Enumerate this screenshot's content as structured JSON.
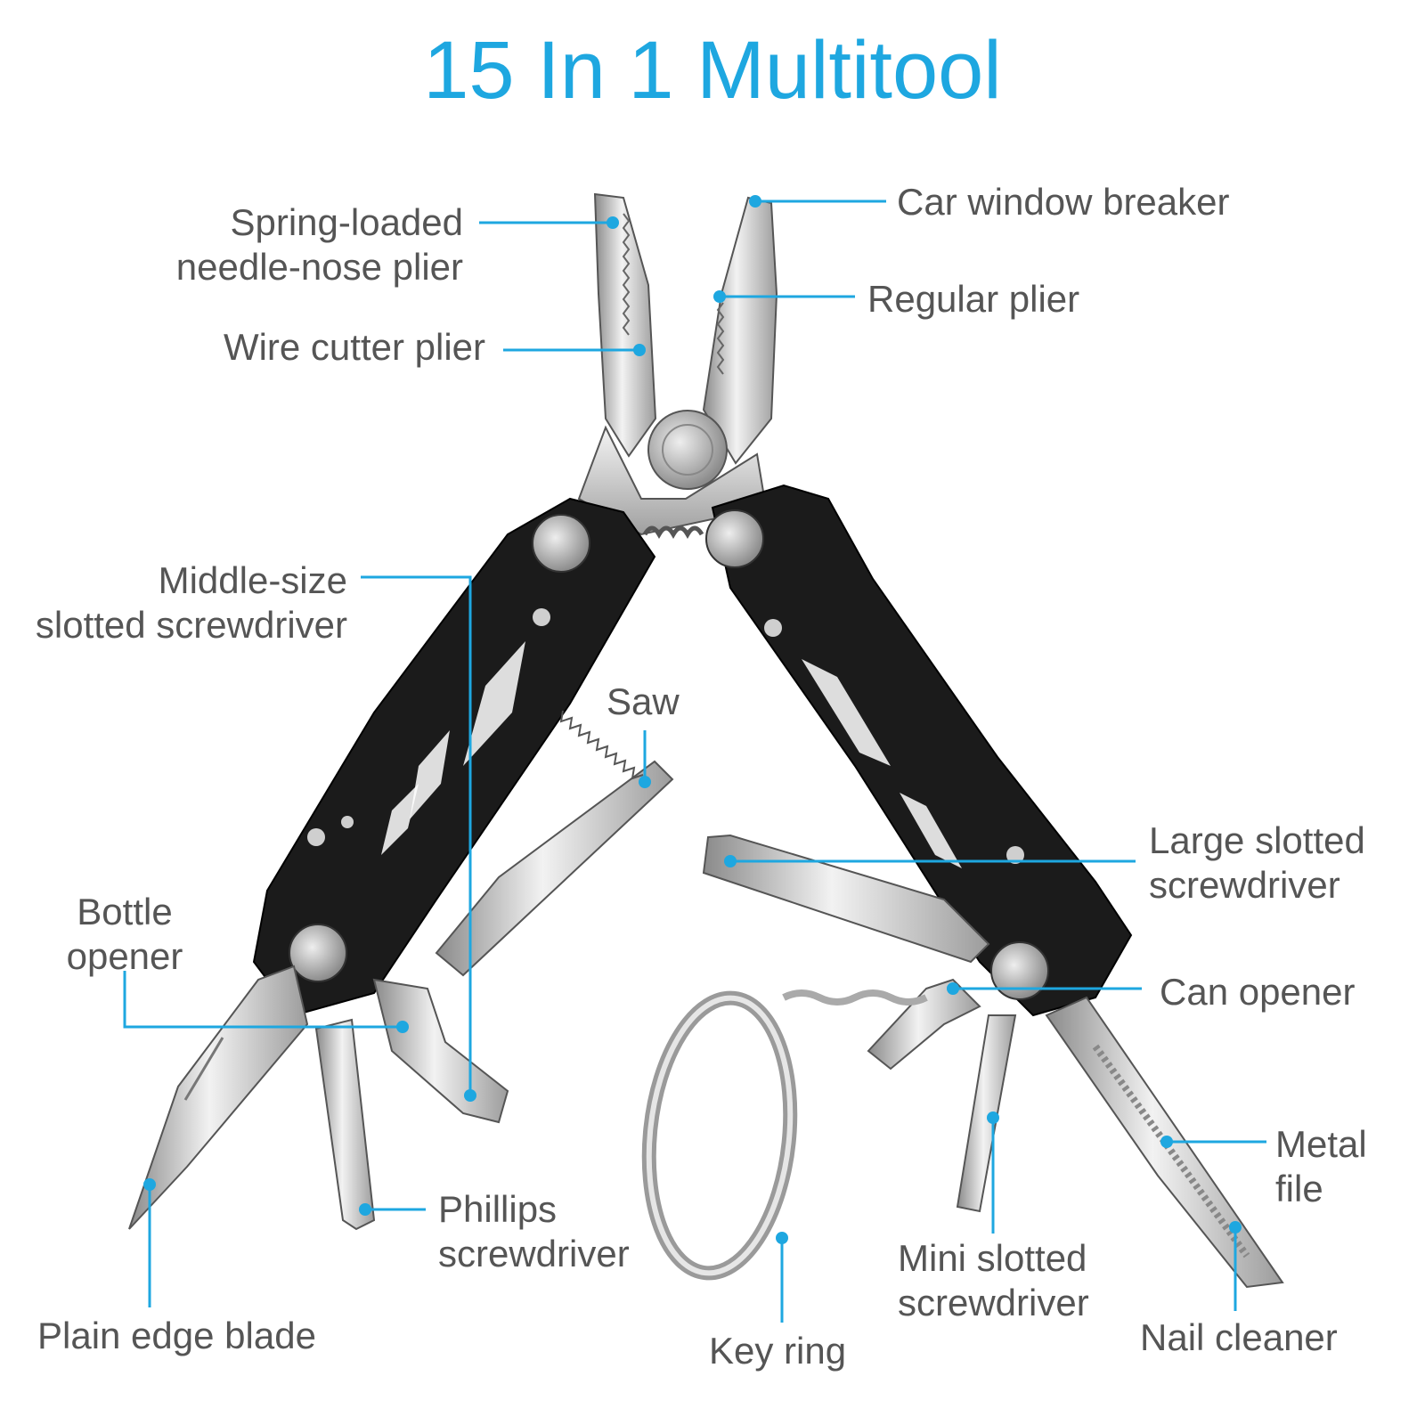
{
  "title": "15 In 1 Multitool",
  "accent_color": "#1ea7e0",
  "label_color": "#555555",
  "labels": {
    "spring_loaded": [
      "Spring-loaded",
      "needle-nose plier"
    ],
    "wire_cutter": "Wire cutter plier",
    "car_window_breaker": "Car window breaker",
    "regular_plier": "Regular plier",
    "middle_size_slotted": [
      "Middle-size",
      "slotted screwdriver"
    ],
    "saw": "Saw",
    "large_slotted": [
      "Large slotted",
      "screwdriver"
    ],
    "bottle_opener": [
      "Bottle",
      "opener"
    ],
    "can_opener": "Can opener",
    "metal_file": [
      "Metal",
      "file"
    ],
    "phillips": [
      "Phillips",
      "screwdriver"
    ],
    "mini_slotted": [
      "Mini slotted",
      "screwdriver"
    ],
    "plain_edge_blade": "Plain edge blade",
    "key_ring": "Key ring",
    "nail_cleaner": "Nail cleaner"
  }
}
